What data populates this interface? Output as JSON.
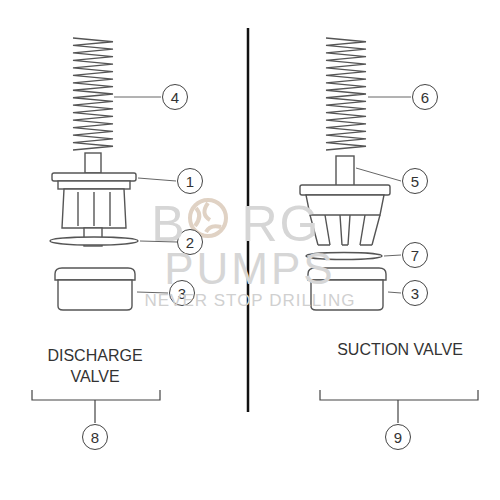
{
  "diagram": {
    "nodes": [
      {
        "text": [
          "4"
        ]
      },
      {
        "text": [
          "1"
        ]
      },
      {
        "text": [
          "2"
        ]
      },
      {
        "text": [
          "3"
        ]
      },
      {
        "text": [
          "8"
        ]
      },
      {
        "text": [
          "6"
        ]
      },
      {
        "text": [
          "5"
        ]
      },
      {
        "text": [
          "7"
        ]
      },
      {
        "text": [
          "3"
        ]
      },
      {
        "text": [
          "9"
        ]
      }
    ],
    "labels": [
      "DISCHARGE VALVE",
      "SUCTION VALVE",
      "B",
      "RG",
      "PUMPS",
      "NEVER STOP DRILLING"
    ]
  }
}
